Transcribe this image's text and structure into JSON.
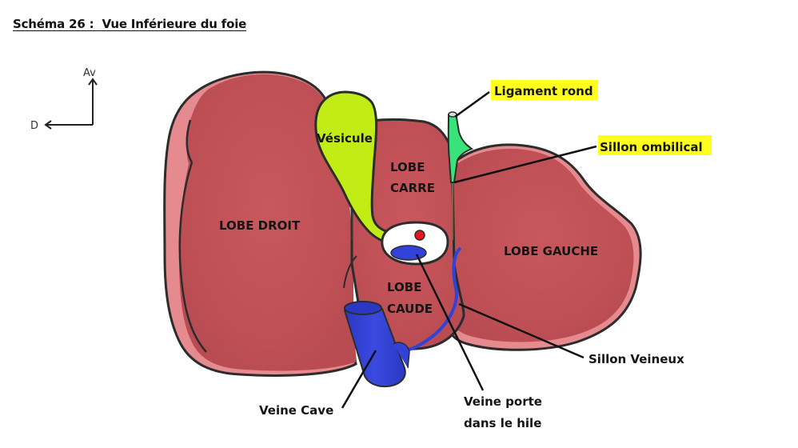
{
  "title": "Schéma 26 :  Vue Inférieure du foie",
  "orientation": {
    "front_label": "Av",
    "right_label": "D"
  },
  "regions": {
    "lobe_droit": "LOBE DROIT",
    "lobe_carre_line1": "LOBE",
    "lobe_carre_line2": "CARRE",
    "lobe_gauche": "LOBE GAUCHE",
    "lobe_caude_line1": "LOBE",
    "lobe_caude_line2": "CAUDE",
    "vesicule": "Vésicule"
  },
  "callouts": {
    "ligament_rond": "Ligament rond",
    "sillon_ombilical": "Sillon ombilical",
    "sillon_veineux": "Sillon Veineux",
    "veine_cave": "Veine Cave",
    "veine_porte_line1": "Veine porte",
    "veine_porte_line2": "dans le hile"
  },
  "colors": {
    "liver": "#c0545a",
    "liver_light": "#e58a8e",
    "outline": "#2c2c2c",
    "gallbladder": "#c2ec16",
    "ligament": "#3ae37a",
    "vein_blue": "#3242d8",
    "artery_red": "#e41818",
    "highlight": "#ffff1e"
  }
}
